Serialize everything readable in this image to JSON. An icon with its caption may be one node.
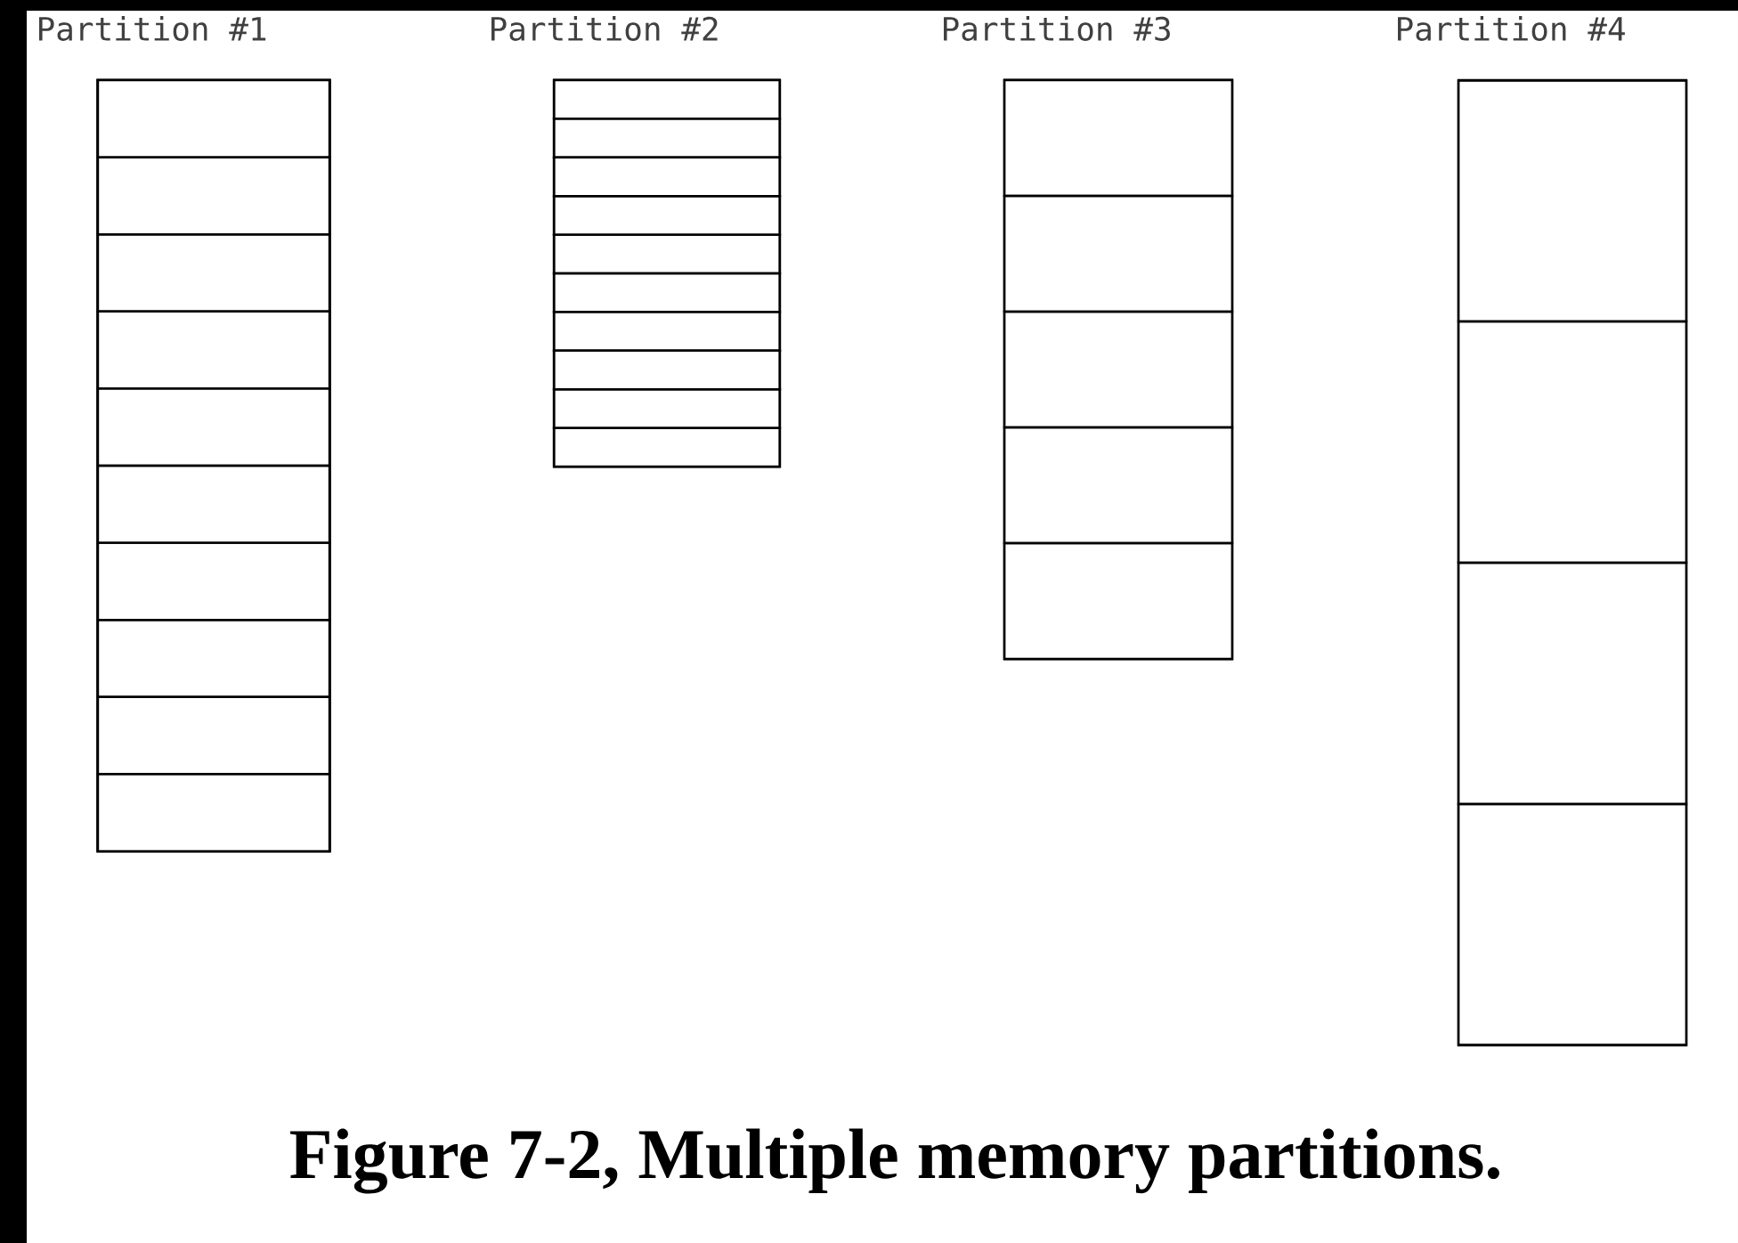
{
  "diagram": {
    "caption": "Figure 7-2, Multiple memory partitions.",
    "nodes": [
      {
        "text": [
          "Partition #1"
        ]
      },
      {
        "text": [],
        "shape": "box",
        "in": 0
      },
      {
        "text": [],
        "shape": "box",
        "in": 0
      },
      {
        "text": [],
        "shape": "box",
        "in": 0
      },
      {
        "text": [],
        "shape": "box",
        "in": 0
      },
      {
        "text": [],
        "shape": "box",
        "in": 0
      },
      {
        "text": [],
        "shape": "box",
        "in": 0
      },
      {
        "text": [],
        "shape": "box",
        "in": 0
      },
      {
        "text": [],
        "shape": "box",
        "in": 0
      },
      {
        "text": [],
        "shape": "box",
        "in": 0
      },
      {
        "text": [],
        "shape": "box",
        "in": 0
      },
      {
        "text": [
          "Partition #2"
        ]
      },
      {
        "text": [],
        "shape": "box",
        "in": 11
      },
      {
        "text": [],
        "shape": "box",
        "in": 11
      },
      {
        "text": [],
        "shape": "box",
        "in": 11
      },
      {
        "text": [],
        "shape": "box",
        "in": 11
      },
      {
        "text": [],
        "shape": "box",
        "in": 11
      },
      {
        "text": [],
        "shape": "box",
        "in": 11
      },
      {
        "text": [],
        "shape": "box",
        "in": 11
      },
      {
        "text": [],
        "shape": "box",
        "in": 11
      },
      {
        "text": [],
        "shape": "box",
        "in": 11
      },
      {
        "text": [],
        "shape": "box",
        "in": 11
      },
      {
        "text": [
          "Partition #3"
        ]
      },
      {
        "text": [],
        "shape": "box",
        "in": 22
      },
      {
        "text": [],
        "shape": "box",
        "in": 22
      },
      {
        "text": [],
        "shape": "box",
        "in": 22
      },
      {
        "text": [],
        "shape": "box",
        "in": 22
      },
      {
        "text": [],
        "shape": "box",
        "in": 22
      },
      {
        "text": [
          "Partition #4"
        ]
      },
      {
        "text": [],
        "shape": "box",
        "in": 28
      },
      {
        "text": [],
        "shape": "box",
        "in": 28
      },
      {
        "text": [],
        "shape": "box",
        "in": 28
      },
      {
        "text": [],
        "shape": "box",
        "in": 28
      }
    ]
  }
}
